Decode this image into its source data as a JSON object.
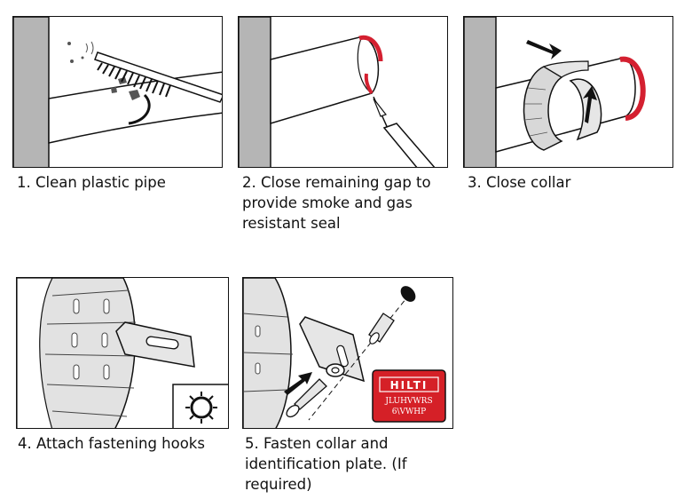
{
  "steps": [
    {
      "caption": "1. Clean plastic pipe",
      "icons": [
        "wall-icon",
        "pipe-icon",
        "brush-icon",
        "debris-icon"
      ]
    },
    {
      "caption": "2. Close remaining gap to\nprovide smoke and gas\nresistant seal",
      "icons": [
        "wall-icon",
        "pipe-icon",
        "sealant-gun-icon"
      ]
    },
    {
      "caption": "3. Close collar",
      "icons": [
        "wall-icon",
        "pipe-icon",
        "collar-icon",
        "arrow-icon"
      ]
    },
    {
      "caption": "4. Attach fastening hooks",
      "icons": [
        "collar-icon",
        "hook-icon",
        "hook-layout-icon"
      ]
    },
    {
      "caption": "5. Fasten collar and\nidentification plate. (If\nrequired)",
      "icons": [
        "collar-icon",
        "anchor-icon",
        "screw-icon",
        "washer-icon",
        "identification-plate-icon"
      ]
    }
  ],
  "identification_plate": {
    "brand": "HILTI",
    "line1": "JLUHVWRS",
    "line2": "6\\VWHP"
  },
  "colors": {
    "seal_red": "#d42030",
    "plate_red": "#d52027",
    "wall_gray": "#b5b5b5"
  }
}
